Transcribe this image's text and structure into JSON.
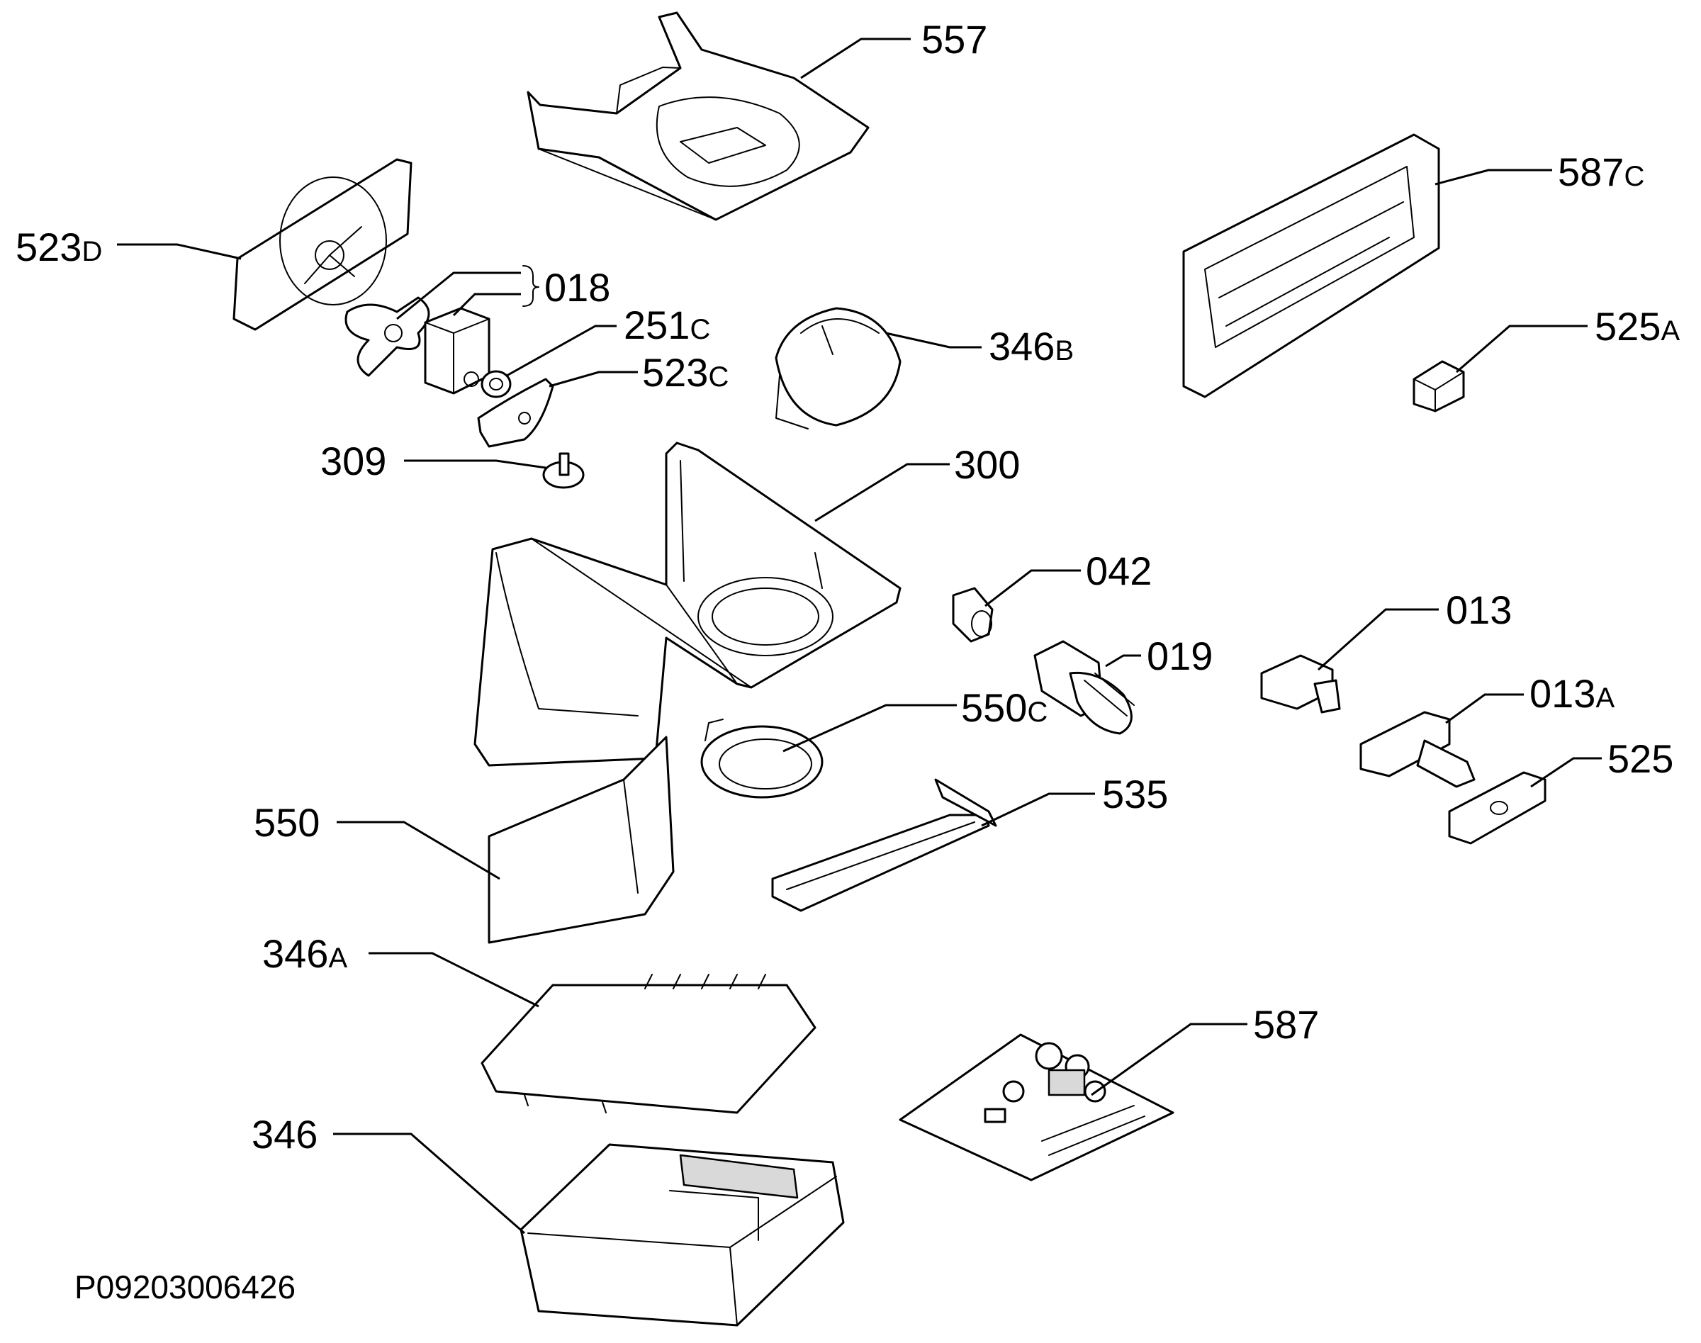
{
  "document_id": "P09203006426",
  "callouts": {
    "c557": {
      "num": "557",
      "suffix": ""
    },
    "c523d": {
      "num": "523",
      "suffix": "D"
    },
    "c018": {
      "num": "018",
      "suffix": ""
    },
    "c251c": {
      "num": "251",
      "suffix": "C"
    },
    "c523c": {
      "num": "523",
      "suffix": "C"
    },
    "c346b": {
      "num": "346",
      "suffix": "B"
    },
    "c587c": {
      "num": "587",
      "suffix": "C"
    },
    "c525a": {
      "num": "525",
      "suffix": "A"
    },
    "c309": {
      "num": "309",
      "suffix": ""
    },
    "c300": {
      "num": "300",
      "suffix": ""
    },
    "c042": {
      "num": "042",
      "suffix": ""
    },
    "c013": {
      "num": "013",
      "suffix": ""
    },
    "c019": {
      "num": "019",
      "suffix": ""
    },
    "c013a": {
      "num": "013",
      "suffix": "A"
    },
    "c550c": {
      "num": "550",
      "suffix": "C"
    },
    "c525": {
      "num": "525",
      "suffix": ""
    },
    "c550": {
      "num": "550",
      "suffix": ""
    },
    "c535": {
      "num": "535",
      "suffix": ""
    },
    "c346a": {
      "num": "346",
      "suffix": "A"
    },
    "c587": {
      "num": "587",
      "suffix": ""
    },
    "c346": {
      "num": "346",
      "suffix": ""
    }
  }
}
